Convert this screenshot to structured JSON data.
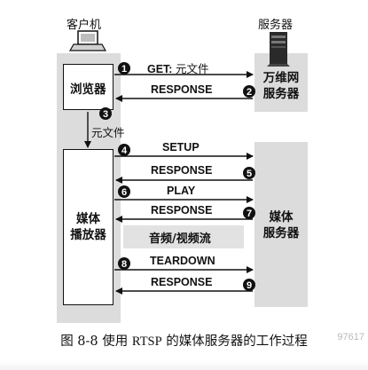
{
  "client": {
    "title": "客户机",
    "browser": "浏览器",
    "player_line1": "媒体",
    "player_line2": "播放器"
  },
  "server": {
    "title": "服务器",
    "web_line1": "万维网",
    "web_line2": "服务器",
    "media_line1": "媒体",
    "media_line2": "服务器"
  },
  "messages": {
    "get_prefix": "GET: ",
    "get_suffix": "元文件",
    "response": "RESPONSE",
    "meta_file": "元文件",
    "setup": "SETUP",
    "play": "PLAY",
    "teardown": "TEARDOWN"
  },
  "stream": {
    "label": "音频/视频流"
  },
  "steps": {
    "1": "1",
    "2": "2",
    "3": "3",
    "4": "4",
    "5": "5",
    "6": "6",
    "7": "7",
    "8": "8",
    "9": "9"
  },
  "caption": {
    "prefix": "图 8-8   使用 ",
    "protocol": "RTSP",
    "suffix": " 的媒体服务器的工作过程"
  },
  "watermark": "97617"
}
